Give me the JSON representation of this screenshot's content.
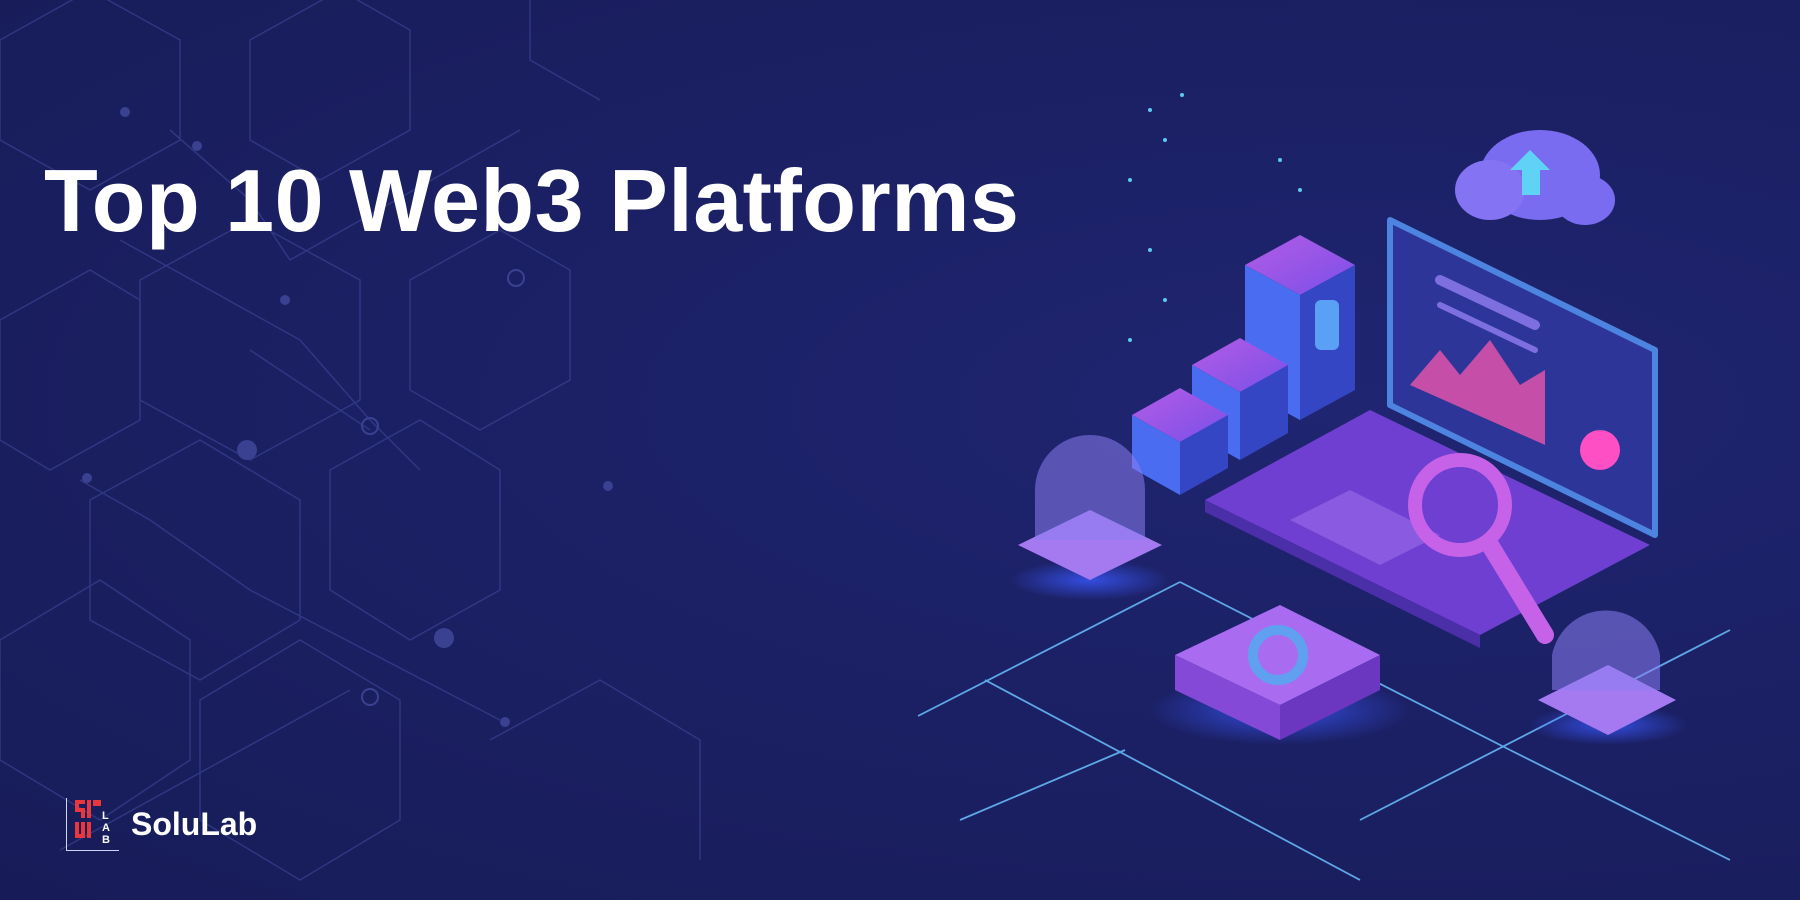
{
  "title": "Top 10 Web3 Platforms",
  "brand": {
    "name": "SoluLab",
    "mark_letters": "LAB"
  },
  "colors": {
    "background": "#1c2167",
    "accent_red": "#e8383d",
    "accent_purple": "#a052e8",
    "accent_blue": "#4a6cf0",
    "cyan": "#5fd2f5"
  }
}
